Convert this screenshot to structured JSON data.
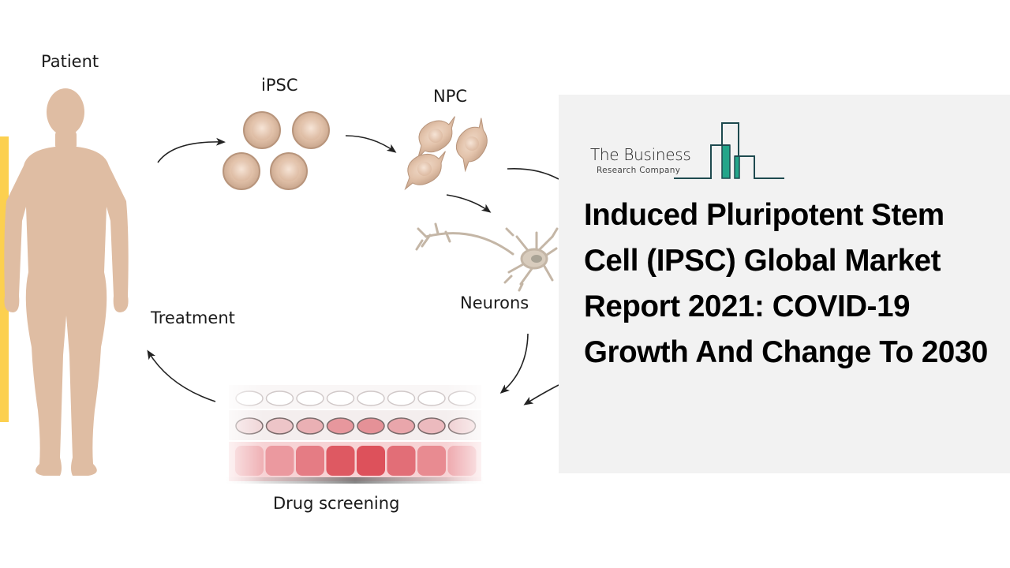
{
  "diagram": {
    "labels": {
      "patient": "Patient",
      "ipsc": "iPSC",
      "npc": "NPC",
      "neurons": "Neurons",
      "treatment": "Treatment",
      "drug_screening": "Drug screening"
    },
    "colors": {
      "skin": "#dfbda3",
      "cell_outer": "#d5b59c",
      "cell_inner": "#ecd0bd",
      "accent_bar": "#fcd04f",
      "well_red": "#d9434e",
      "arrow": "#222222"
    }
  },
  "panel": {
    "logo": {
      "name_line1": "The Business",
      "name_line2": "Research Company",
      "colors": {
        "outline": "#1e4a4f",
        "fill": "#23a58a"
      }
    },
    "title": "Induced Pluripotent Stem Cell (IPSC) Global Market Report 2021: COVID-19 Growth And Change To 2030",
    "background": "#f2f2f2"
  }
}
